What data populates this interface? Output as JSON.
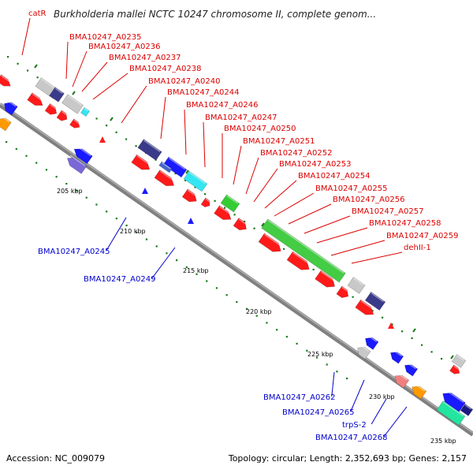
{
  "title": "Burkholderia mallei NCTC 10247 chromosome II, complete genom...",
  "footer": {
    "accession": "Accession: NC_009079",
    "summary": "Topology: circular; Length: 2,352,693 bp; Genes: 2,157"
  },
  "colors": {
    "forward_label": "#dd0000",
    "reverse_label": "#0000cc",
    "red": "#ff1a1a",
    "blue": "#1a1aff",
    "navy": "#3a3a8a",
    "lavender": "#7b68d8",
    "cyan": "#33e6f2",
    "green": "#33cc33",
    "light_green": "#44cc44",
    "orange": "#ff9900",
    "pink": "#f08080",
    "teal": "#22e6a0",
    "grey": "#c8c8c8",
    "dark_blue": "#1a1a80"
  },
  "forward_labels": [
    {
      "id": "catR",
      "text": "catR"
    },
    {
      "id": "a0235",
      "text": "BMA10247_A0235"
    },
    {
      "id": "a0236",
      "text": "BMA10247_A0236"
    },
    {
      "id": "a0237",
      "text": "BMA10247_A0237"
    },
    {
      "id": "a0238",
      "text": "BMA10247_A0238"
    },
    {
      "id": "a0240",
      "text": "BMA10247_A0240"
    },
    {
      "id": "a0244",
      "text": "BMA10247_A0244"
    },
    {
      "id": "a0246",
      "text": "BMA10247_A0246"
    },
    {
      "id": "a0247",
      "text": "BMA10247_A0247"
    },
    {
      "id": "a0250",
      "text": "BMA10247_A0250"
    },
    {
      "id": "a0251",
      "text": "BMA10247_A0251"
    },
    {
      "id": "a0252",
      "text": "BMA10247_A0252"
    },
    {
      "id": "a0253",
      "text": "BMA10247_A0253"
    },
    {
      "id": "a0254",
      "text": "BMA10247_A0254"
    },
    {
      "id": "a0255",
      "text": "BMA10247_A0255"
    },
    {
      "id": "a0256",
      "text": "BMA10247_A0256"
    },
    {
      "id": "a0257",
      "text": "BMA10247_A0257"
    },
    {
      "id": "a0258",
      "text": "BMA10247_A0258"
    },
    {
      "id": "a0259",
      "text": "BMA10247_A0259"
    },
    {
      "id": "dehII1",
      "text": "dehII-1"
    }
  ],
  "reverse_labels": [
    {
      "id": "a0245",
      "text": "BMA10247_A0245"
    },
    {
      "id": "a0249",
      "text": "BMA10247_A0249"
    },
    {
      "id": "a0262",
      "text": "BMA10247_A0262"
    },
    {
      "id": "a0265",
      "text": "BMA10247_A0265"
    },
    {
      "id": "trpS2",
      "text": "trpS-2"
    },
    {
      "id": "a0268",
      "text": "BMA10247_A0268"
    }
  ],
  "ticks": [
    {
      "id": "t205",
      "text": "205 kbp"
    },
    {
      "id": "t210",
      "text": "210 kbp"
    },
    {
      "id": "t215",
      "text": "215 kbp"
    },
    {
      "id": "t220",
      "text": "220 kbp"
    },
    {
      "id": "t225",
      "text": "225 kbp"
    },
    {
      "id": "t230",
      "text": "230 kbp"
    },
    {
      "id": "t235",
      "text": "235 kbp"
    }
  ]
}
